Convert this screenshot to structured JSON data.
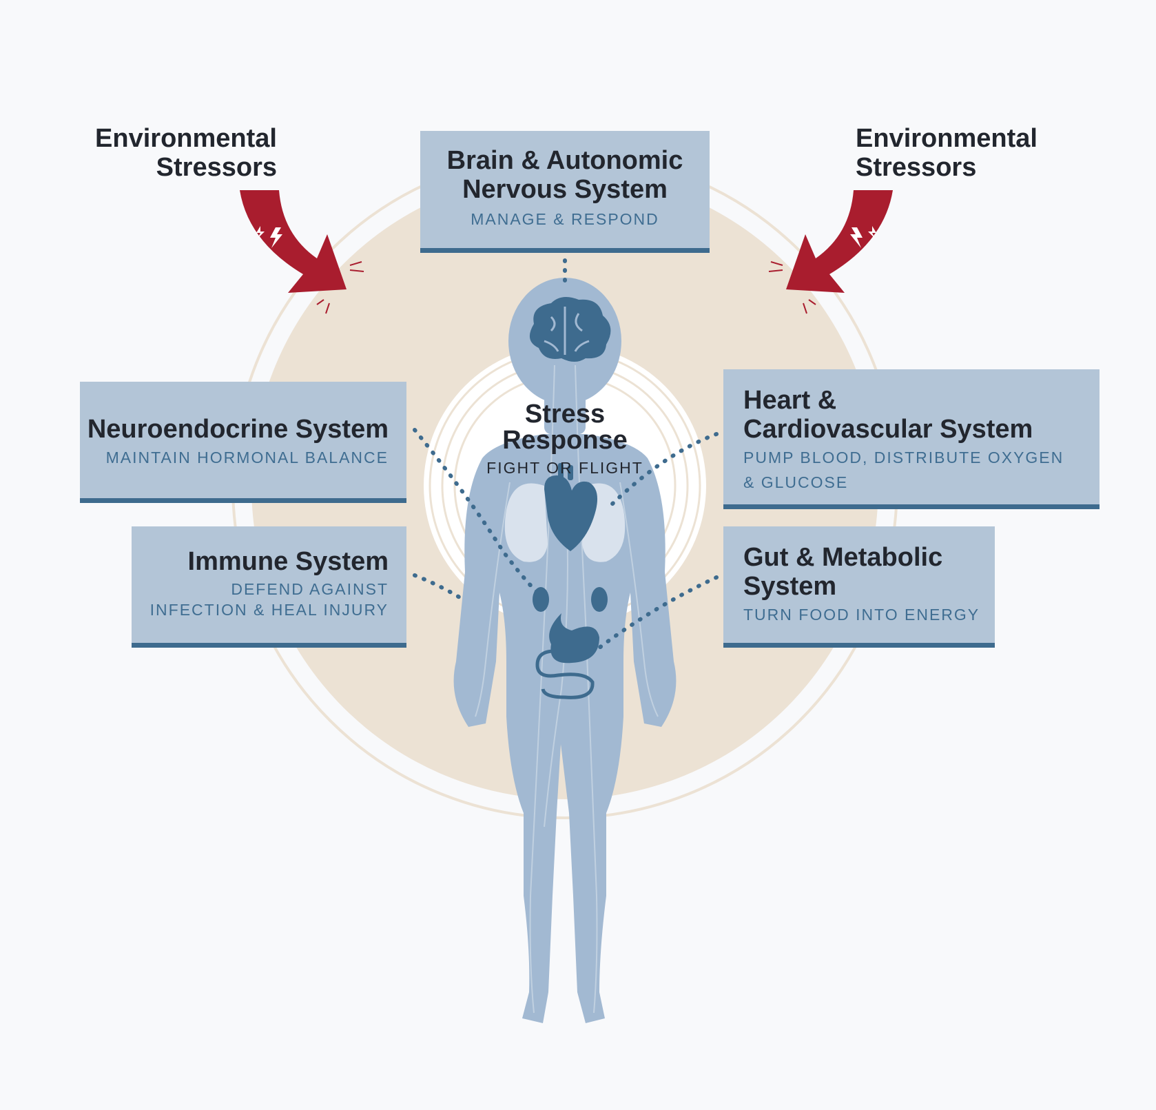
{
  "stressors": {
    "left": [
      "Environmental",
      "Stressors"
    ],
    "right": [
      "Environmental",
      "Stressors"
    ]
  },
  "center": {
    "title": [
      "Stress",
      "Response"
    ],
    "subtitle": "FIGHT OR FLIGHT"
  },
  "boxes": {
    "brain": {
      "title": [
        "Brain & Autonomic",
        "Nervous System"
      ],
      "sub": [
        "MANAGE & RESPOND"
      ]
    },
    "neuroendocrine": {
      "title": [
        "Neuroendocrine System"
      ],
      "sub": [
        "MAINTAIN HORMONAL BALANCE"
      ]
    },
    "immune": {
      "title": [
        "Immune System"
      ],
      "sub": [
        "DEFEND AGAINST",
        "INFECTION & HEAL INJURY"
      ]
    },
    "heart": {
      "title": [
        "Heart &",
        "Cardiovascular System"
      ],
      "sub": [
        "PUMP BLOOD, DISTRIBUTE OXYGEN",
        "& GLUCOSE"
      ]
    },
    "gut": {
      "title": [
        "Gut & Metabolic",
        "System"
      ],
      "sub": [
        "TURN FOOD INTO ENERGY"
      ]
    }
  },
  "colors": {
    "box_fill": "#b3c5d7",
    "box_border": "#3e6b8e",
    "arrow": "#a91d2e",
    "body": "#9fb6cf",
    "organ": "#3e6b8e",
    "halo": "#ece2d4",
    "dots": "#3e6b8e"
  }
}
